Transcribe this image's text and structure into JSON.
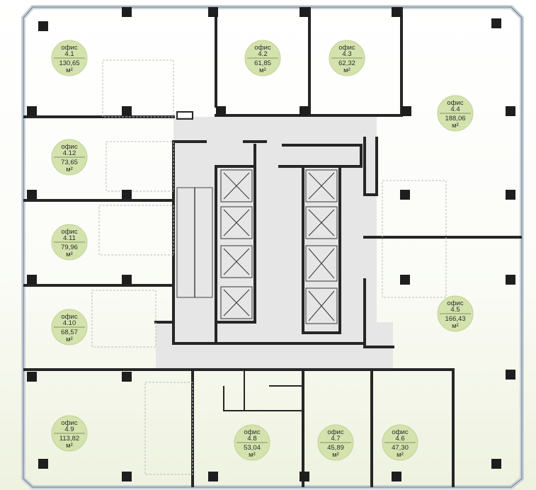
{
  "plan": {
    "colors": {
      "label_fill": "#d4e2ad",
      "wall": "#262626",
      "core": "#e6e6e6",
      "glass": "#c9d3dc"
    },
    "offices": [
      {
        "id": "4.1",
        "word": "офис",
        "number": "4.1",
        "area": "130,65",
        "unit": "м²"
      },
      {
        "id": "4.2",
        "word": "офис",
        "number": "4.2",
        "area": "61,85",
        "unit": "м²"
      },
      {
        "id": "4.3",
        "word": "офис",
        "number": "4.3",
        "area": "62,32",
        "unit": "м²"
      },
      {
        "id": "4.4",
        "word": "офис",
        "number": "4.4",
        "area": "188,06",
        "unit": "м²"
      },
      {
        "id": "4.12",
        "word": "офис",
        "number": "4.12",
        "area": "73,65",
        "unit": "м²"
      },
      {
        "id": "4.11",
        "word": "офис",
        "number": "4.11",
        "area": "79,96",
        "unit": "м²"
      },
      {
        "id": "4.10",
        "word": "офис",
        "number": "4.10",
        "area": "68,57",
        "unit": "м²"
      },
      {
        "id": "4.5",
        "word": "офис",
        "number": "4.5",
        "area": "166,43",
        "unit": "м²"
      },
      {
        "id": "4.9",
        "word": "офис",
        "number": "4.9",
        "area": "113,82",
        "unit": "м²"
      },
      {
        "id": "4.8",
        "word": "офис",
        "number": "4.8",
        "area": "53,04",
        "unit": "м²"
      },
      {
        "id": "4.7",
        "word": "офис",
        "number": "4.7",
        "area": "45,89",
        "unit": "м²"
      },
      {
        "id": "4.6",
        "word": "офис",
        "number": "4.6",
        "area": "47,30",
        "unit": "м²"
      }
    ]
  }
}
